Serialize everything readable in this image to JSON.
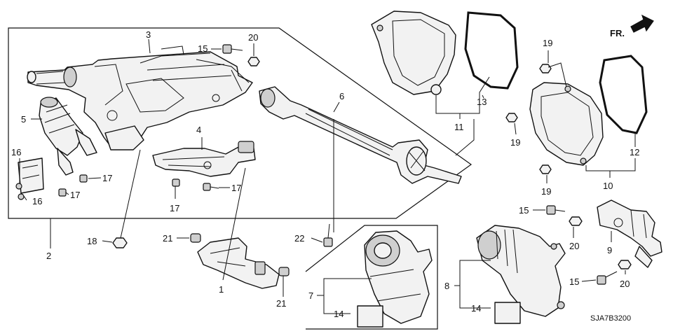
{
  "diagram": {
    "orientation_label": "FR.",
    "diagram_code": "SJA7B3200",
    "callouts": {
      "c1": "1",
      "c2": "2",
      "c3": "3",
      "c4": "4",
      "c5": "5",
      "c6": "6",
      "c7": "7",
      "c8": "8",
      "c9": "9",
      "c10": "10",
      "c11": "11",
      "c12": "12",
      "c13": "13",
      "c14a": "14",
      "c14b": "14",
      "c15a": "15",
      "c15b": "15",
      "c15c": "15",
      "c16a": "16",
      "c16b": "16",
      "c17a": "17",
      "c17b": "17",
      "c17c": "17",
      "c17d": "17",
      "c18": "18",
      "c19a": "19",
      "c19b": "19",
      "c19c": "19",
      "c20a": "20",
      "c20b": "20",
      "c20c": "20",
      "c21a": "21",
      "c21b": "21",
      "c22": "22"
    }
  }
}
